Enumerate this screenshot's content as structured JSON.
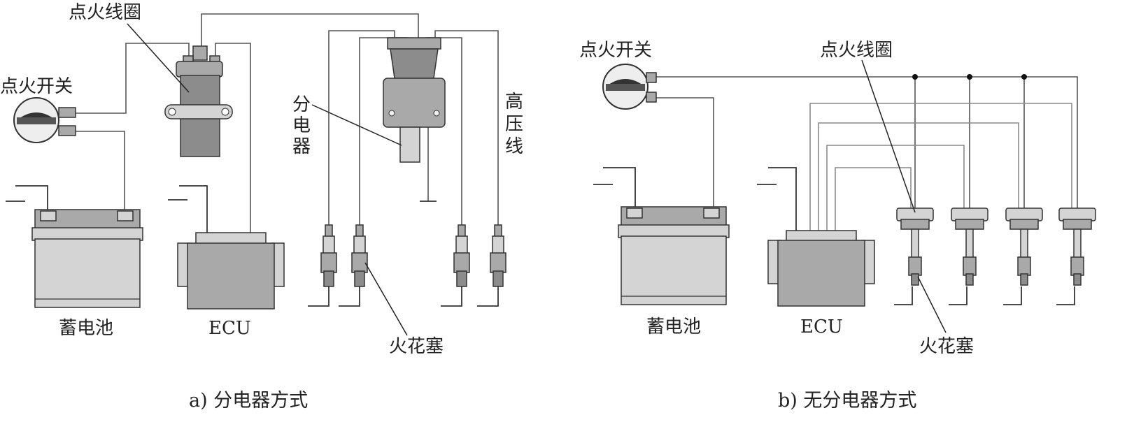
{
  "left_diagram": {
    "caption": "a) 分电器方式",
    "labels": {
      "coil": "点火线圈",
      "switch": "点火开关",
      "distributor": [
        "分",
        "电",
        "器"
      ],
      "hv_wire": [
        "高",
        "压",
        "线"
      ],
      "battery": "蓄电池",
      "ecu": "ECU",
      "spark_plug": "火花塞"
    }
  },
  "right_diagram": {
    "caption": "b) 无分电器方式",
    "labels": {
      "switch": "点火开关",
      "coil": "点火线圈",
      "battery": "蓄电池",
      "ecu": "ECU",
      "spark_plug": "火花塞"
    }
  }
}
